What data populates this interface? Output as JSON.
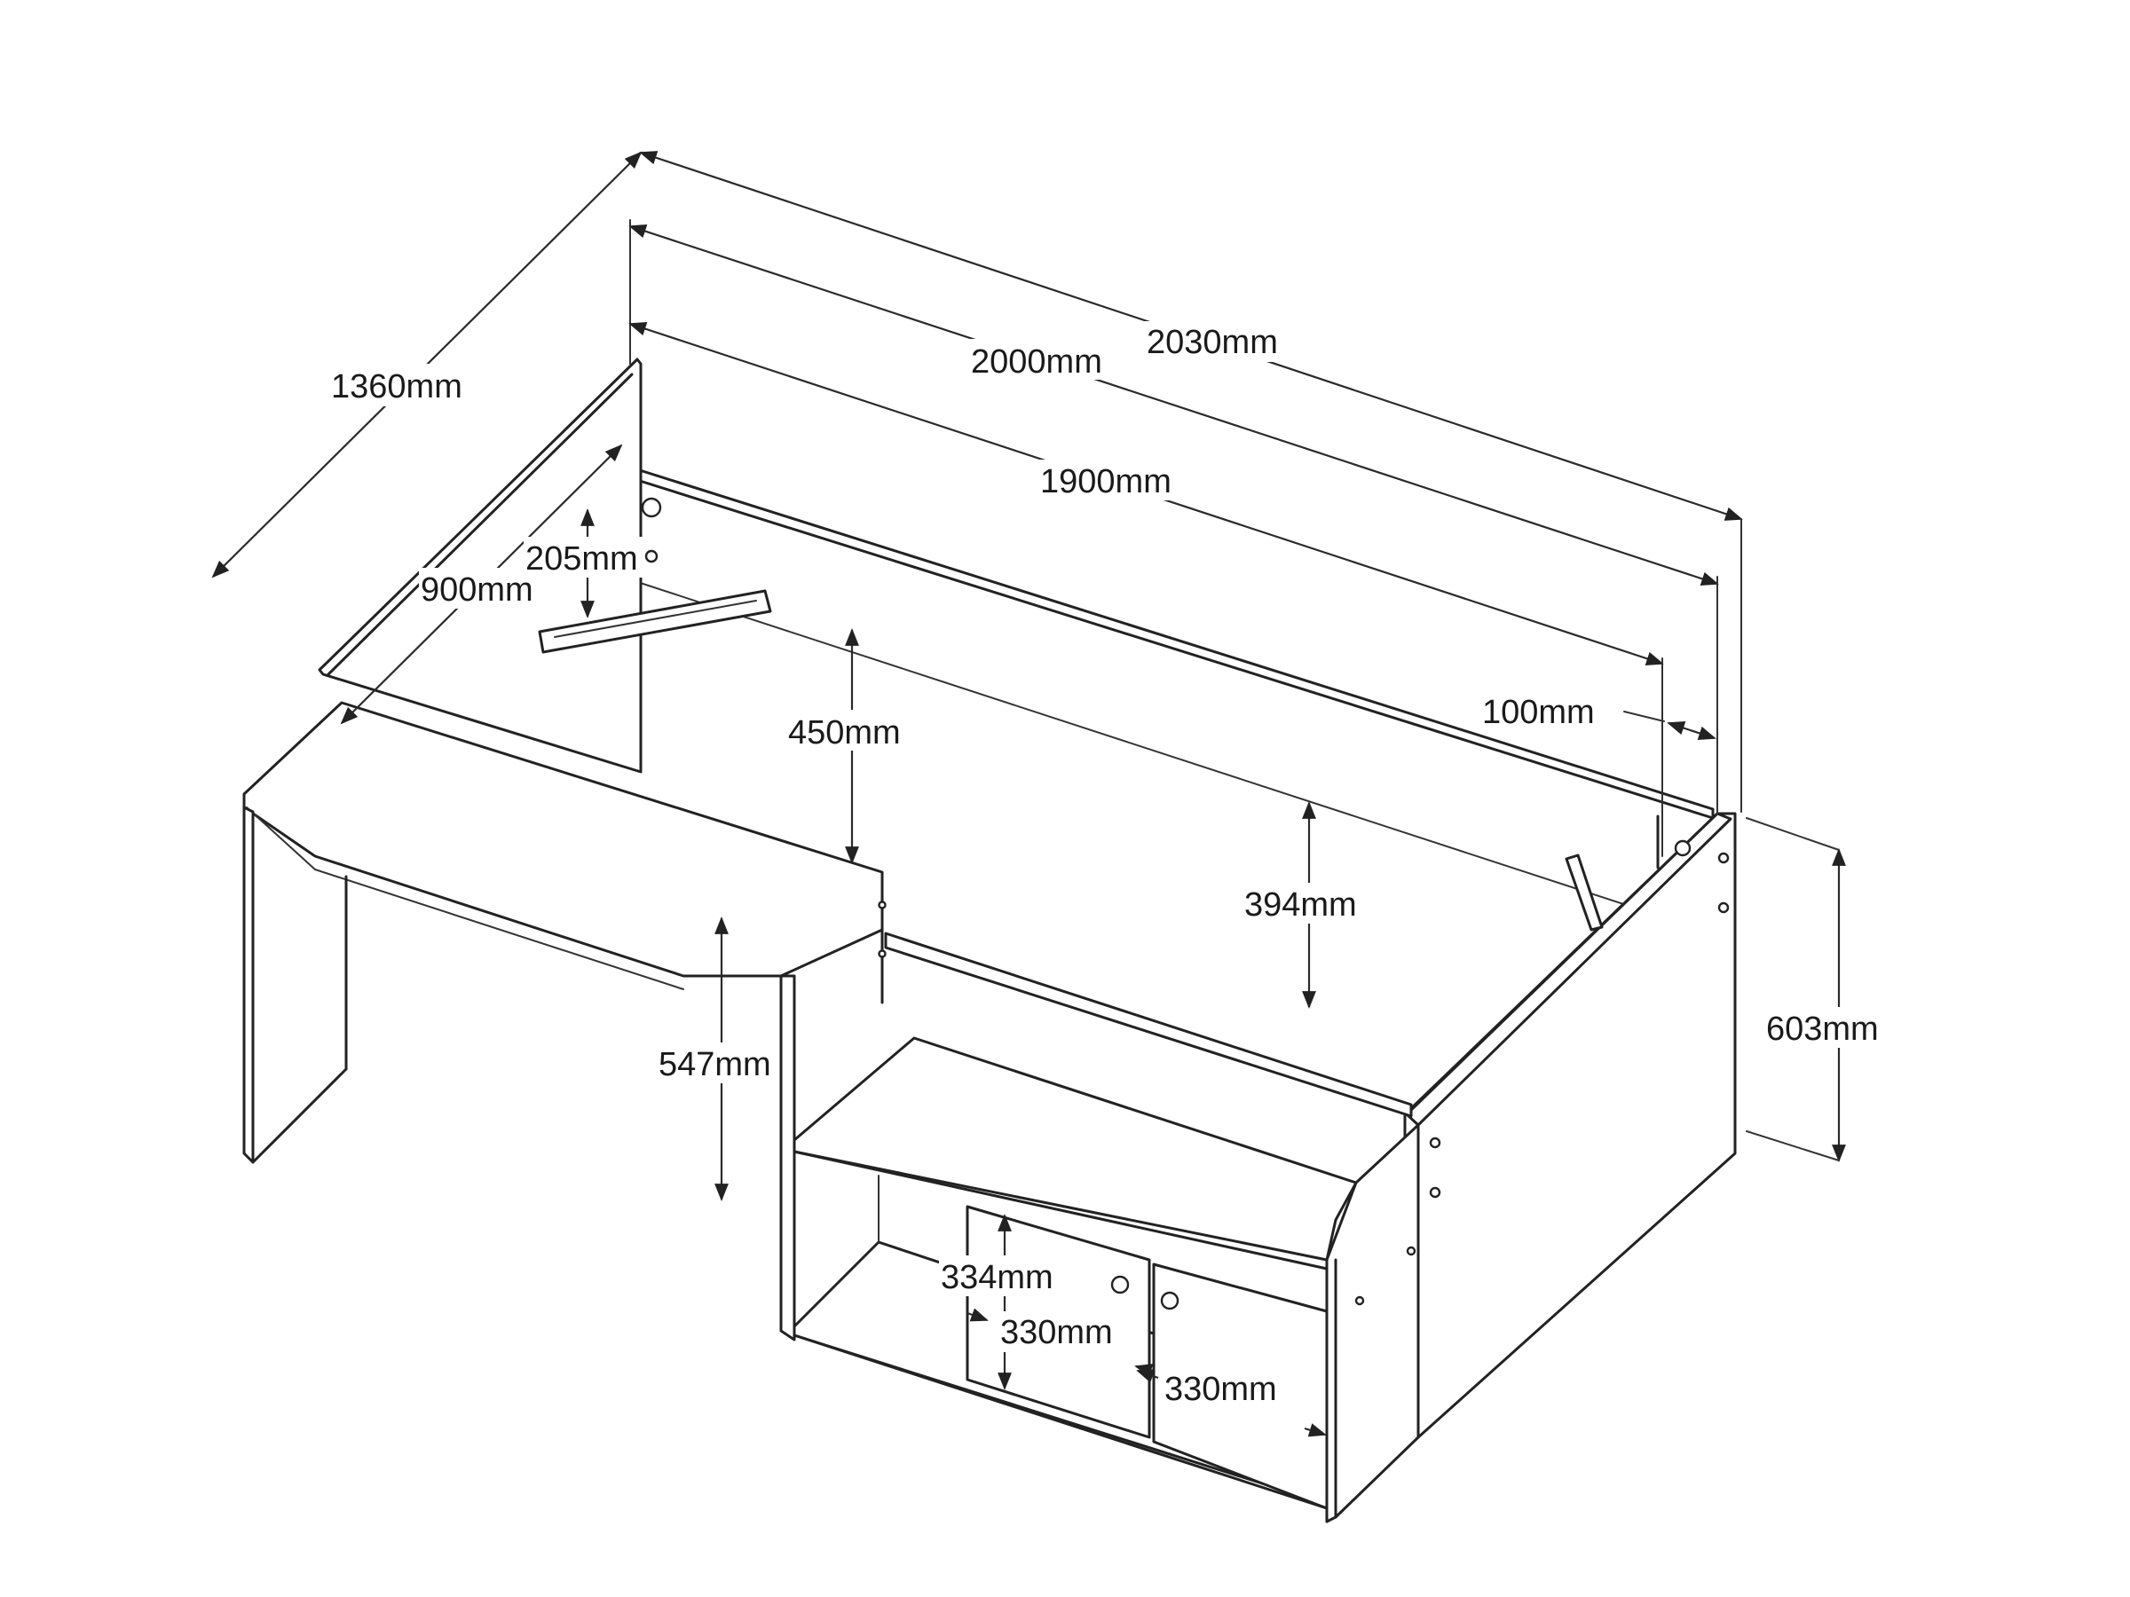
{
  "colors": {
    "line": "#222222",
    "background": "#ffffff"
  },
  "dimensions": {
    "overall_depth": "1360mm",
    "overall_length": "2030mm",
    "frame_length": "2000mm",
    "mattress_length": "1900mm",
    "desk_length": "900mm",
    "rail_drop": "205mm",
    "desk_to_frame_height": "450mm",
    "mattress_depth": "394mm",
    "end_gap": "100mm",
    "bed_height": "603mm",
    "desk_height": "547mm",
    "shelf_height": "334mm",
    "door_width_left": "330mm",
    "door_width_right": "330mm"
  }
}
